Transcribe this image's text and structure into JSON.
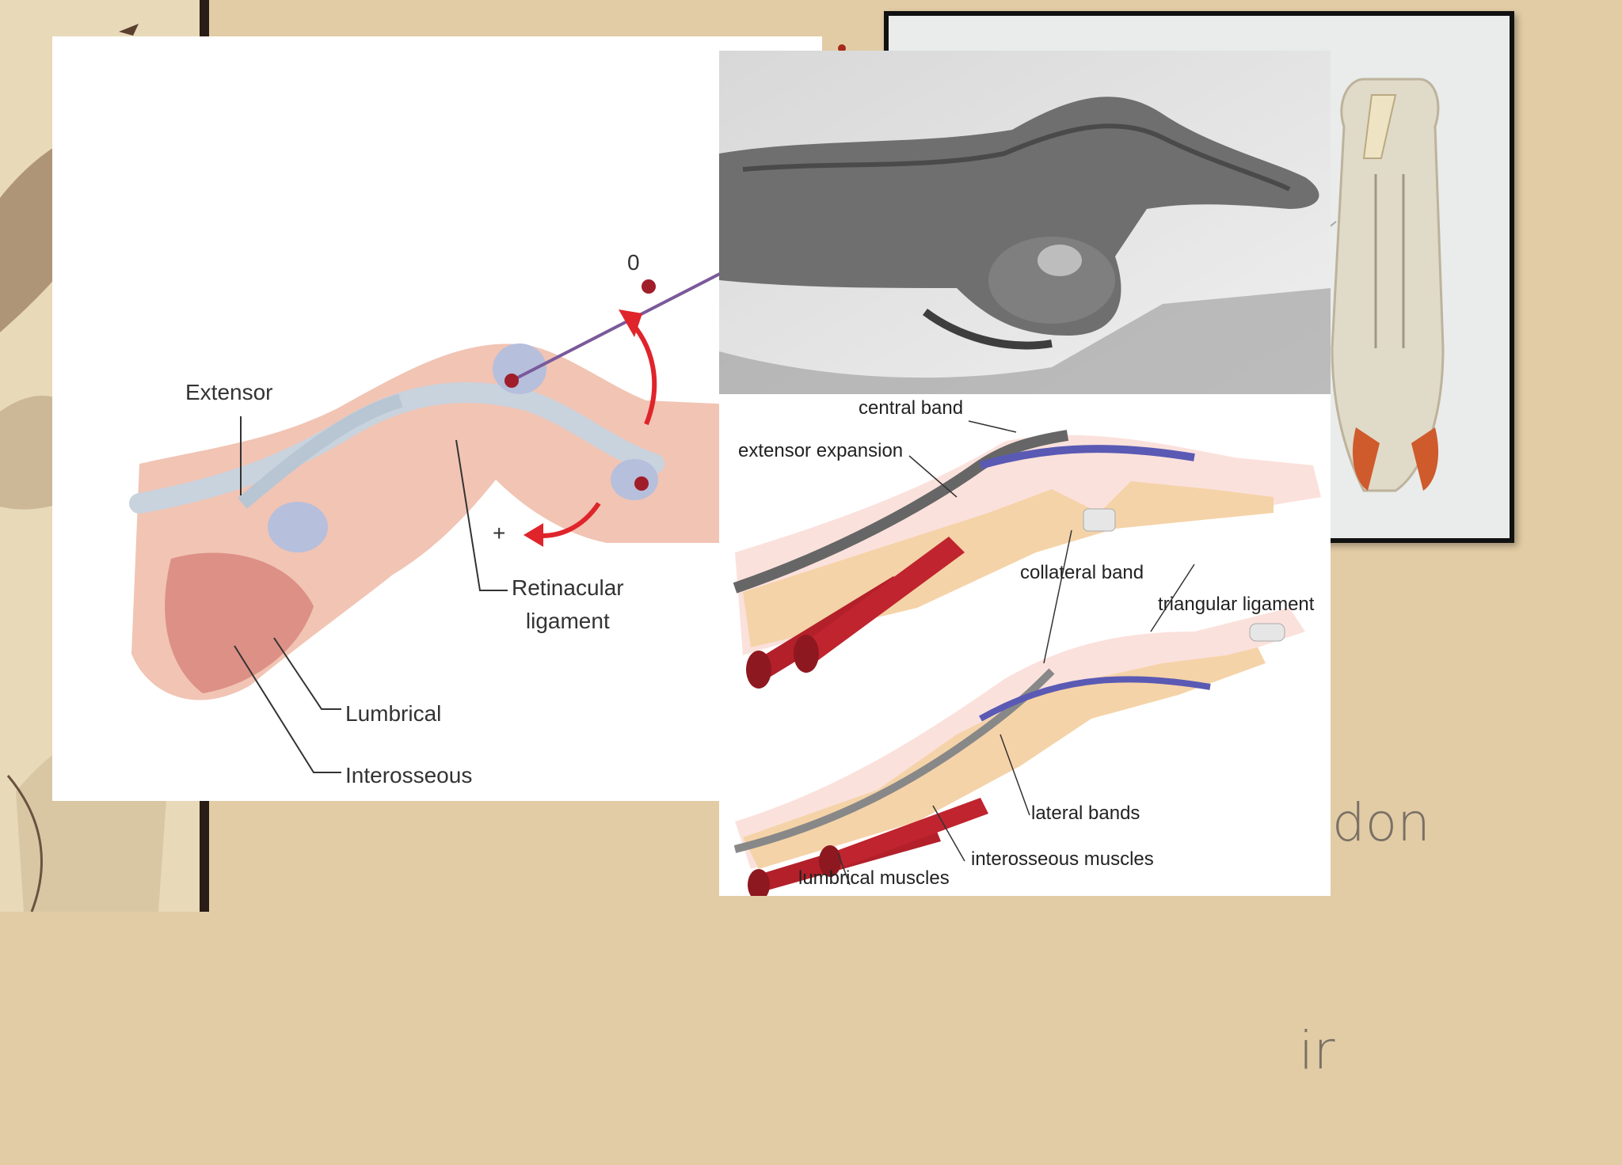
{
  "slide": {
    "partial_text_lines": [
      "ndon",
      "ir"
    ]
  },
  "left_figure": {
    "labels": {
      "extensor": "Extensor",
      "retinacular": "Retinacular\nligament",
      "lumbrical": "Lumbrical",
      "interosseous": "Interosseous",
      "zero": "0",
      "plus": "+"
    }
  },
  "right_diagram": {
    "labels": {
      "central_band": "central band",
      "extensor_expansion": "extensor expansion",
      "collateral_band": "collateral band",
      "triangular_ligament": "triangular ligament",
      "lateral_bands": "lateral bands",
      "interosseous_muscles": "interosseous muscles",
      "lumbrical_muscles": "lumbrical muscles"
    }
  },
  "colors": {
    "background": "#e2cca5",
    "accent_dark": "#2a1d17",
    "tendon_red": "#b3202a",
    "arrow_red": "#e0242b"
  }
}
